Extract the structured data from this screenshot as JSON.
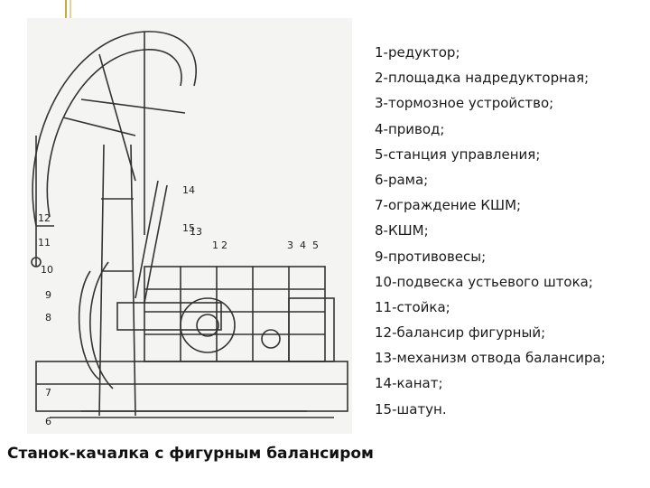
{
  "legend": [
    "1-редуктор;",
    "2-площадка надредукторная;",
    "3-тормозное устройство;",
    "4-привод;",
    "5-станция управления;",
    "6-рама;",
    "7-ограждение КШМ;",
    "8-КШМ;",
    "9-противовесы;",
    "10-подвеска устьевого штока;",
    "11-стойка;",
    "12-балансир фигурный;",
    "13-механизм отвода балансира;",
    "14-канат;",
    "15-шатун."
  ],
  "caption": "Станок-качалка с фигурным балансиром",
  "diagram_labels": [
    "1",
    "2",
    "3",
    "4",
    "5",
    "6",
    "7",
    "8",
    "9",
    "10",
    "11",
    "12",
    "13",
    "14",
    "15"
  ],
  "colors": {
    "frame": "#c9a93a",
    "line": "#333333",
    "paper": "#f4f4f2"
  }
}
